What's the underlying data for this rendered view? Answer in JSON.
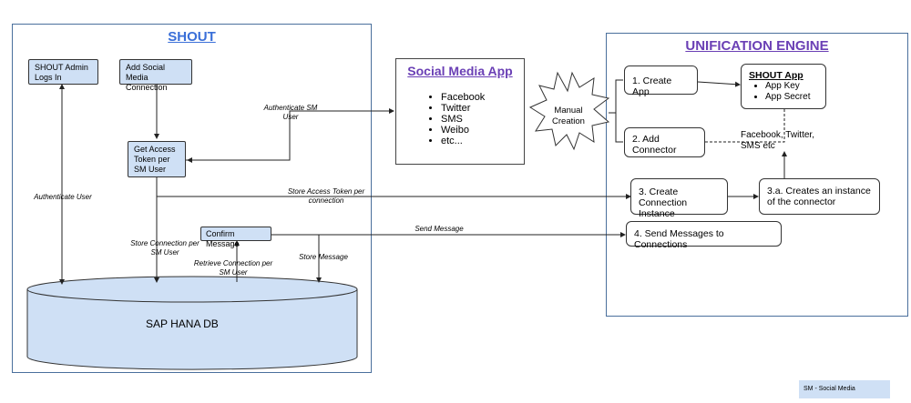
{
  "shout": {
    "title": "SHOUT",
    "admin_login": "SHOUT Admin Logs In",
    "add_social": "Add Social Media Connection",
    "get_token": "Get Access Token per SM User",
    "confirm_message": "Confirm Message",
    "db": "SAP HANA DB"
  },
  "social_app": {
    "title": "Social Media App",
    "items": [
      "Facebook",
      "Twitter",
      "SMS",
      "Weibo",
      "etc..."
    ]
  },
  "burst": {
    "label": "Manual Creation"
  },
  "unification": {
    "title": "UNIFICATION ENGINE",
    "create_app": "1. Create App",
    "shout_app_title": "SHOUT App",
    "shout_app_items": [
      "App Key",
      "App Secret"
    ],
    "add_connector": "2. Add Connector",
    "create_conn_instance": "3. Create Connection Instance",
    "creates_instance": "3.a. Creates an instance of the connector",
    "send_messages": "4. Send Messages to Connections",
    "connector_types": "Facebook, Twitter, SMS etc"
  },
  "edge_labels": {
    "authenticate_sm_user": "Authenticate SM User",
    "authenticate_user": "Authenticate User",
    "store_access_token": "Store Access Token per connection",
    "send_message": "Send Message",
    "store_connection": "Store Connection per SM User",
    "retrieve_connection": "Retrieve Connection per SM User",
    "store_message": "Store Message"
  },
  "legend": {
    "text": "SM - Social Media"
  },
  "colors": {
    "frame_border": "#4a6f9c",
    "title_blue": "#3a6fd8",
    "title_purple": "#6a3fb5",
    "box_fill": "#cfe0f5"
  }
}
